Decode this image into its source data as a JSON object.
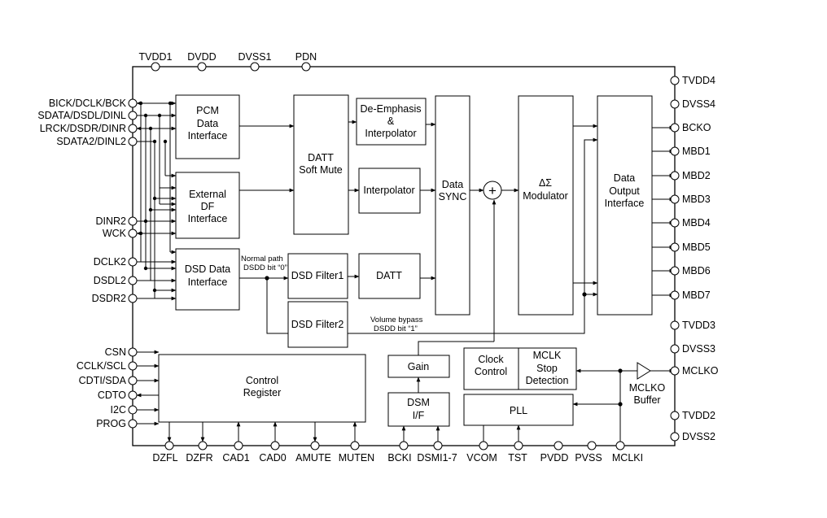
{
  "pins": {
    "top": [
      "TVDD1",
      "DVDD",
      "DVSS1",
      "PDN"
    ],
    "left": [
      "BICK/DCLK/BCK",
      "SDATA/DSDL/DINL",
      "LRCK/DSDR/DINR",
      "SDATA2/DINL2",
      "DINR2",
      "WCK",
      "DCLK2",
      "DSDL2",
      "DSDR2",
      "CSN",
      "CCLK/SCL",
      "CDTI/SDA",
      "CDTO",
      "I2C",
      "PROG"
    ],
    "right": [
      "TVDD4",
      "DVSS4",
      "BCKO",
      "MBD1",
      "MBD2",
      "MBD3",
      "MBD4",
      "MBD5",
      "MBD6",
      "MBD7",
      "TVDD3",
      "DVSS3",
      "MCLKO",
      "TVDD2",
      "DVSS2"
    ],
    "bottom": [
      "DZFL",
      "DZFR",
      "CAD1",
      "CAD0",
      "AMUTE",
      "MUTEN",
      "BCKI",
      "DSMI1-7",
      "VCOM",
      "TST",
      "PVDD",
      "PVSS",
      "MCLKI"
    ]
  },
  "blocks": {
    "pcm": [
      "PCM",
      "Data",
      "Interface"
    ],
    "extdf": [
      "External",
      "DF",
      "Interface"
    ],
    "dsd_if": [
      "DSD Data",
      "Interface"
    ],
    "datt_mute": [
      "DATT",
      "Soft Mute"
    ],
    "deemph": [
      "De-Emphasis",
      "&",
      "Interpolator"
    ],
    "interp": "Interpolator",
    "dsd_filter1": "DSD Filter1",
    "datt": "DATT",
    "dsd_filter2": "DSD Filter2",
    "sync": [
      "Data",
      "SYNC"
    ],
    "sum": "+",
    "modulator": [
      "ΔΣ",
      "Modulator"
    ],
    "doi": [
      "Data",
      "Output",
      "Interface"
    ],
    "control": [
      "Control",
      "Register"
    ],
    "gain": "Gain",
    "dsm_if": [
      "DSM",
      "I/F"
    ],
    "clock_control": [
      "Clock",
      "Control"
    ],
    "mclk_stop": [
      "MCLK",
      "Stop",
      "Detection"
    ],
    "pll": "PLL",
    "mclko_buffer": [
      "MCLKO",
      "Buffer"
    ]
  },
  "annotations": {
    "normal_path": [
      "Normal path",
      "DSDD bit “0”"
    ],
    "volume_bypass": [
      "Volume bypass",
      "DSDD bit “1”"
    ]
  }
}
